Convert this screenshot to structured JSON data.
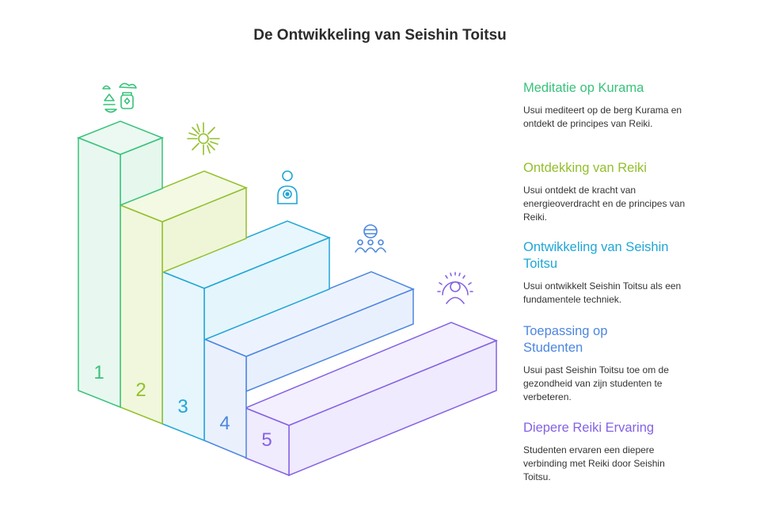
{
  "title": "De Ontwikkeling van Seishin Toitsu",
  "steps": [
    {
      "number": "1",
      "title": "Meditatie op Kurama",
      "description": "Usui mediteert op de berg Kurama en ontdekt de principes van Reiki.",
      "color": "#38c27a",
      "fill": "#e6f7ee",
      "icon": "mountain-meditation-icon"
    },
    {
      "number": "2",
      "title": "Ontdekking van Reiki",
      "description": "Usui ontdekt de kracht van energieoverdracht en de principes van Reiki.",
      "color": "#93bf2c",
      "fill": "#eff6d8",
      "icon": "sun-burst-icon"
    },
    {
      "number": "3",
      "title": "Ontwikkeling van Seishin Toitsu",
      "description": "Usui ontwikkelt Seishin Toitsu als een fundamentele techniek.",
      "color": "#1fa6d6",
      "fill": "#e4f5fc",
      "icon": "person-energy-icon"
    },
    {
      "number": "4",
      "title": "Toepassing op Studenten",
      "description": "Usui past Seishin Toitsu toe om de gezondheid van zijn studenten te verbeteren.",
      "color": "#4c86e0",
      "fill": "#e9f0fd",
      "icon": "group-students-icon"
    },
    {
      "number": "5",
      "title": "Diepere Reiki Ervaring",
      "description": "Studenten ervaren een diepere verbinding met Reiki door Seishin Toitsu.",
      "color": "#8462e4",
      "fill": "#efeafd",
      "icon": "radiant-person-icon"
    }
  ]
}
